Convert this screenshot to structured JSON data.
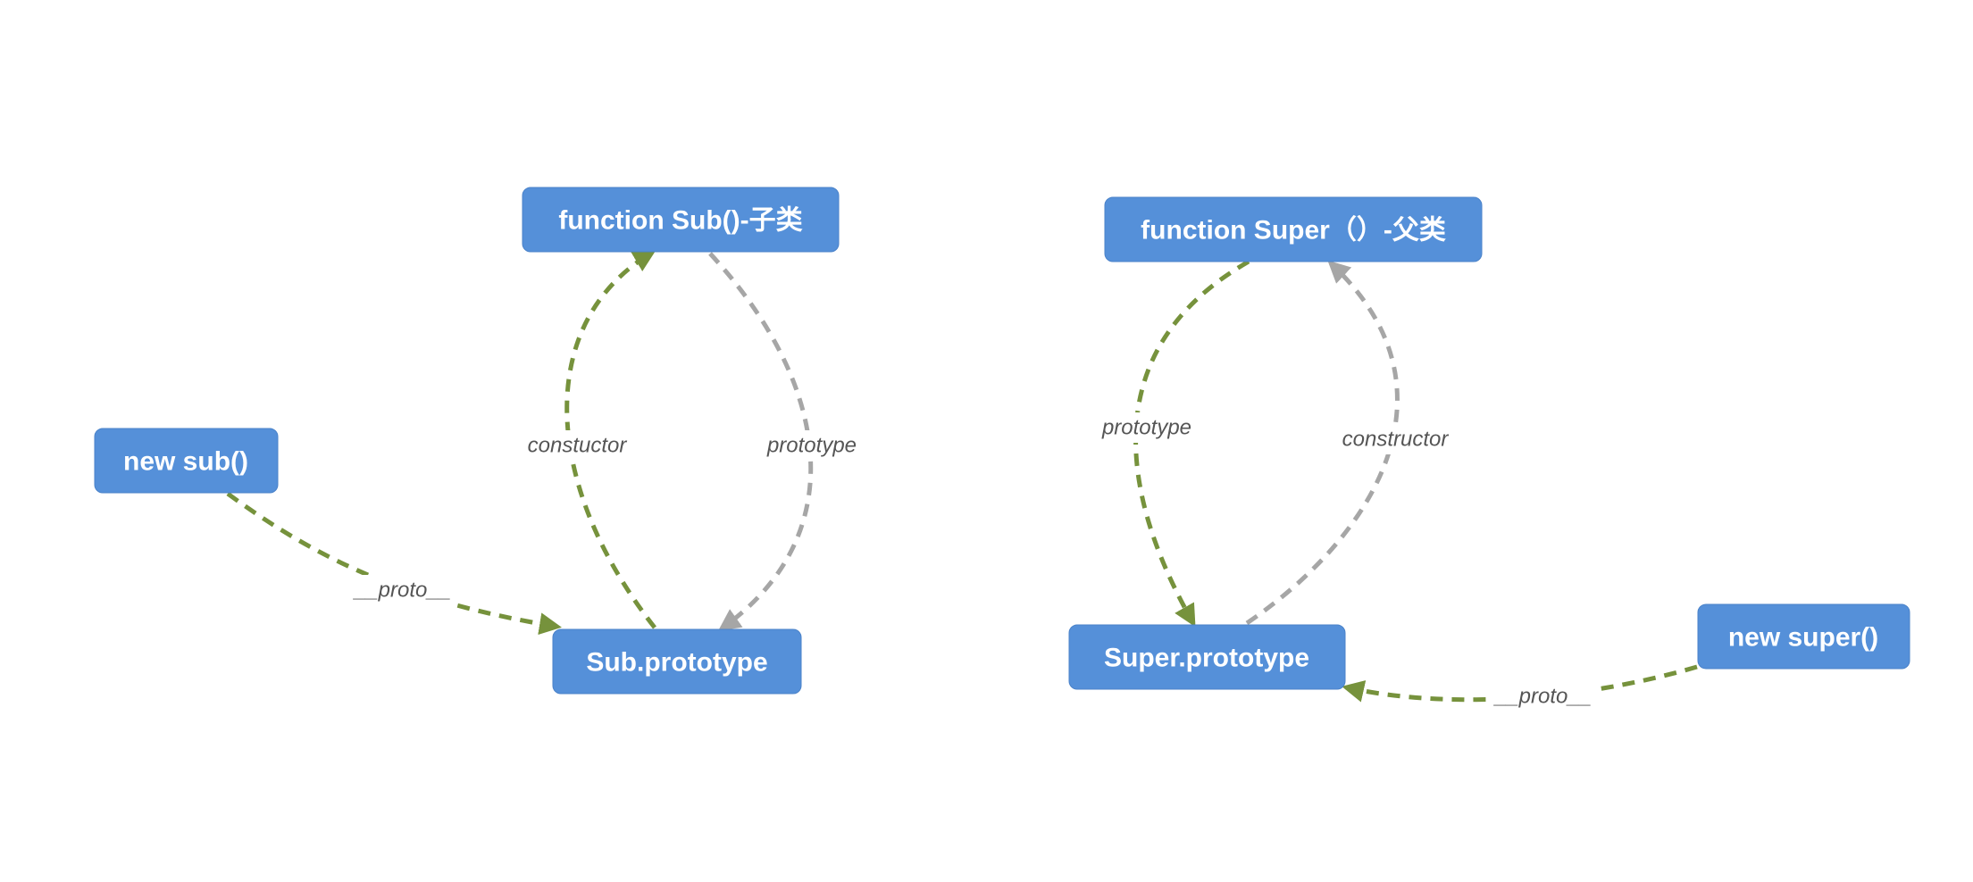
{
  "nodes": {
    "function_sub": {
      "label": "function Sub()-子类"
    },
    "sub_prototype": {
      "label": "Sub.prototype"
    },
    "new_sub": {
      "label": "new sub()"
    },
    "function_super": {
      "label": "function Super（）-父类"
    },
    "super_prototype": {
      "label": "Super.prototype"
    },
    "new_super": {
      "label": "new super()"
    }
  },
  "edges": {
    "sub_constructor": {
      "label": "constuctor",
      "from": "sub_prototype",
      "to": "function_sub",
      "color": "#76923C"
    },
    "sub_prototype": {
      "label": "prototype",
      "from": "function_sub",
      "to": "sub_prototype",
      "color": "#A6A6A6"
    },
    "sub_proto": {
      "label": "__proto__",
      "from": "new_sub",
      "to": "sub_prototype",
      "color": "#76923C"
    },
    "super_prototype": {
      "label": "prototype",
      "from": "function_super",
      "to": "super_prototype",
      "color": "#76923C"
    },
    "super_constructor": {
      "label": "constructor",
      "from": "super_prototype",
      "to": "function_super",
      "color": "#A6A6A6"
    },
    "super_proto": {
      "label": "__proto__",
      "from": "new_super",
      "to": "super_prototype",
      "color": "#76923C"
    }
  },
  "colors": {
    "node_fill": "#5590D9",
    "node_text": "#FFFFFF",
    "edge_green": "#76923C",
    "edge_gray": "#A6A6A6",
    "label_text": "#555555"
  }
}
